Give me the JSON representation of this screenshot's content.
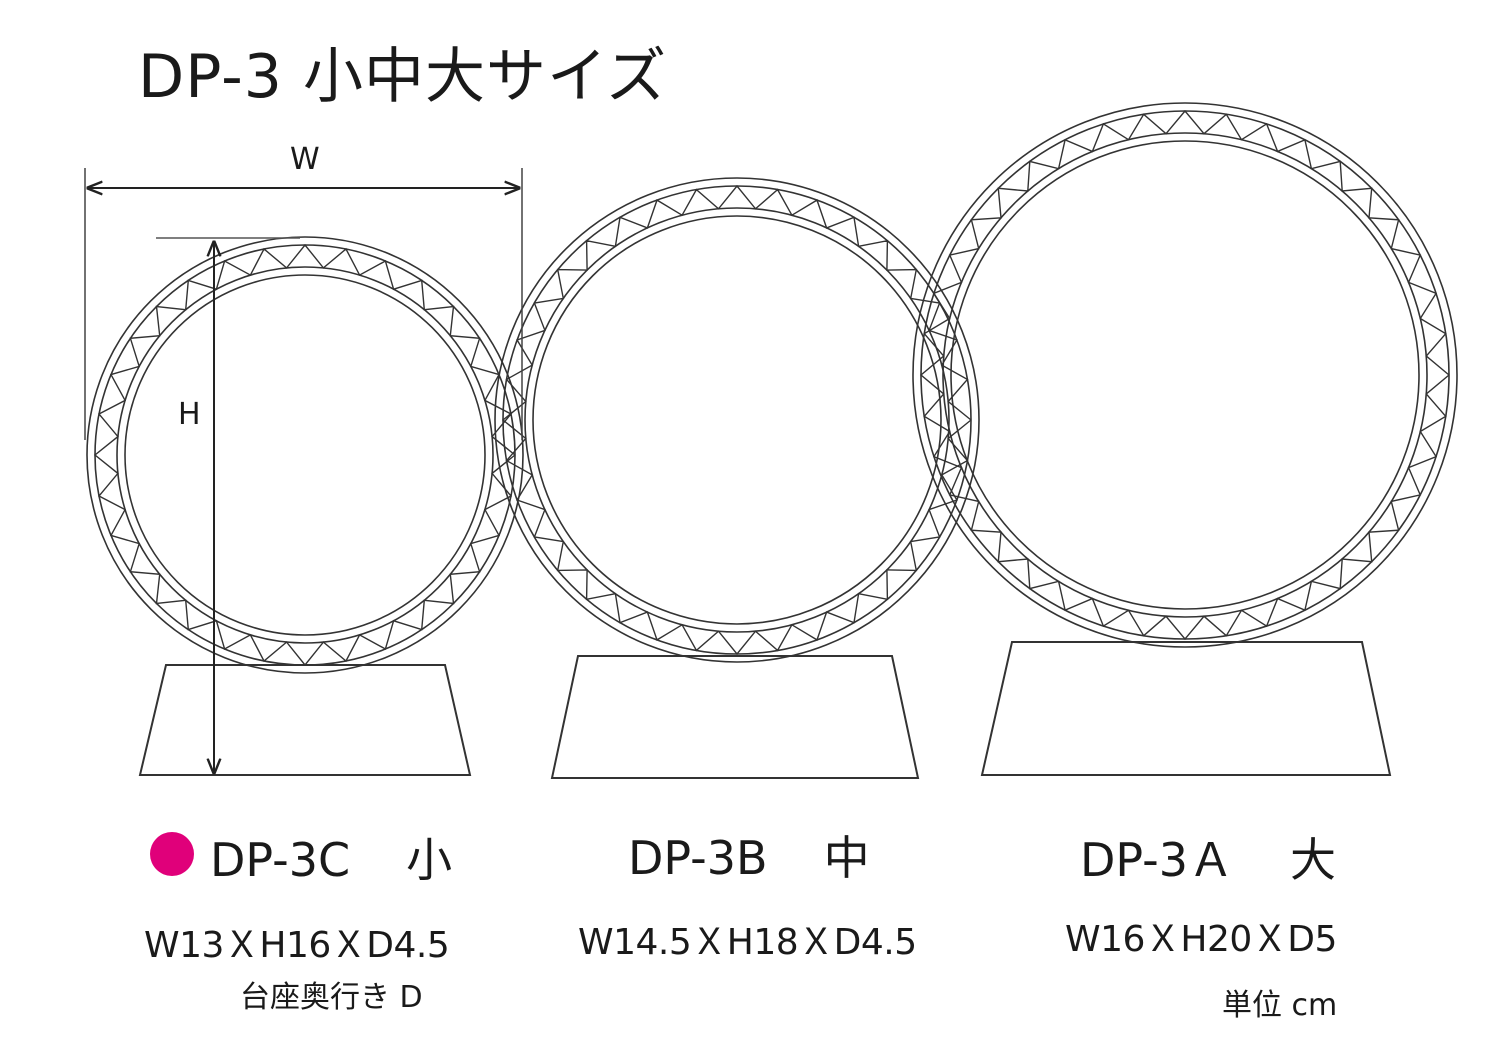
{
  "title": "DP-3 小中大サイズ",
  "dimension_labels": {
    "width": "W",
    "height": "H"
  },
  "accent_color": "#e0007a",
  "selected_marker_icon": "magenta-dot-icon",
  "products": [
    {
      "model": "DP-3C",
      "size": "小",
      "dimensions": "W13ＸH16ＸD4.5",
      "selected": true
    },
    {
      "model": "DP-3B",
      "size": "中",
      "dimensions": "W14.5ＸH18ＸD4.5",
      "selected": false
    },
    {
      "model": "DP-3Ａ",
      "size": "大",
      "dimensions": "W16ＸH20ＸD5",
      "selected": false
    }
  ],
  "notes": {
    "base_depth": "台座奥行き D",
    "unit": "単位 cm"
  }
}
